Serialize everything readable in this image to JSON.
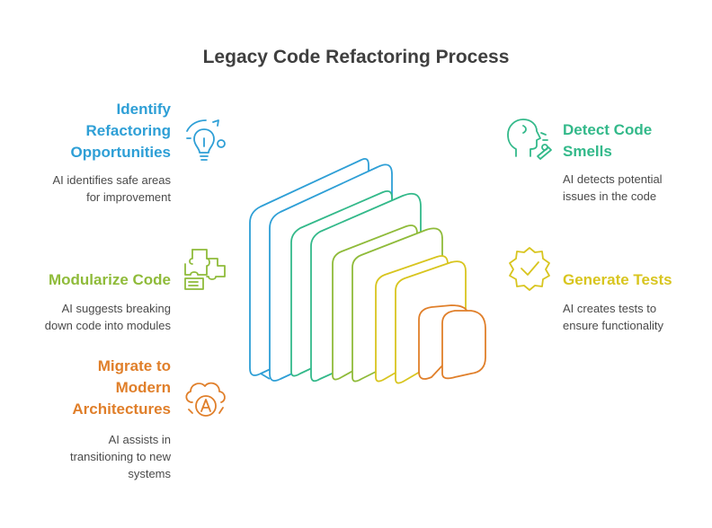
{
  "title": "Legacy Code Refactoring Process",
  "colors": {
    "blue": "#2e9fd6",
    "teal": "#33b98a",
    "green": "#8fbb3a",
    "yellow": "#d8c51f",
    "orange": "#e07f2a"
  },
  "steps": {
    "identify": {
      "heading": [
        "Identify",
        "Refactoring",
        "Opportunities"
      ],
      "description": [
        "AI identifies safe areas",
        "for improvement"
      ],
      "icon": "lightbulb-icon"
    },
    "detect": {
      "heading": [
        "Detect Code",
        "Smells"
      ],
      "description": [
        "AI detects potential",
        "issues in the code"
      ],
      "icon": "head-sniffing-icon"
    },
    "modularize": {
      "heading": [
        "Modularize Code"
      ],
      "description": [
        "AI suggests breaking",
        "down code into modules"
      ],
      "icon": "puzzle-icon"
    },
    "tests": {
      "heading": [
        "Generate Tests"
      ],
      "description": [
        "AI creates tests to",
        "ensure functionality"
      ],
      "icon": "badge-check-icon"
    },
    "migrate": {
      "heading": [
        "Migrate to",
        "Modern",
        "Architectures"
      ],
      "description": [
        "AI assists in",
        "transitioning to new",
        "systems"
      ],
      "icon": "cloud-a-icon"
    }
  }
}
